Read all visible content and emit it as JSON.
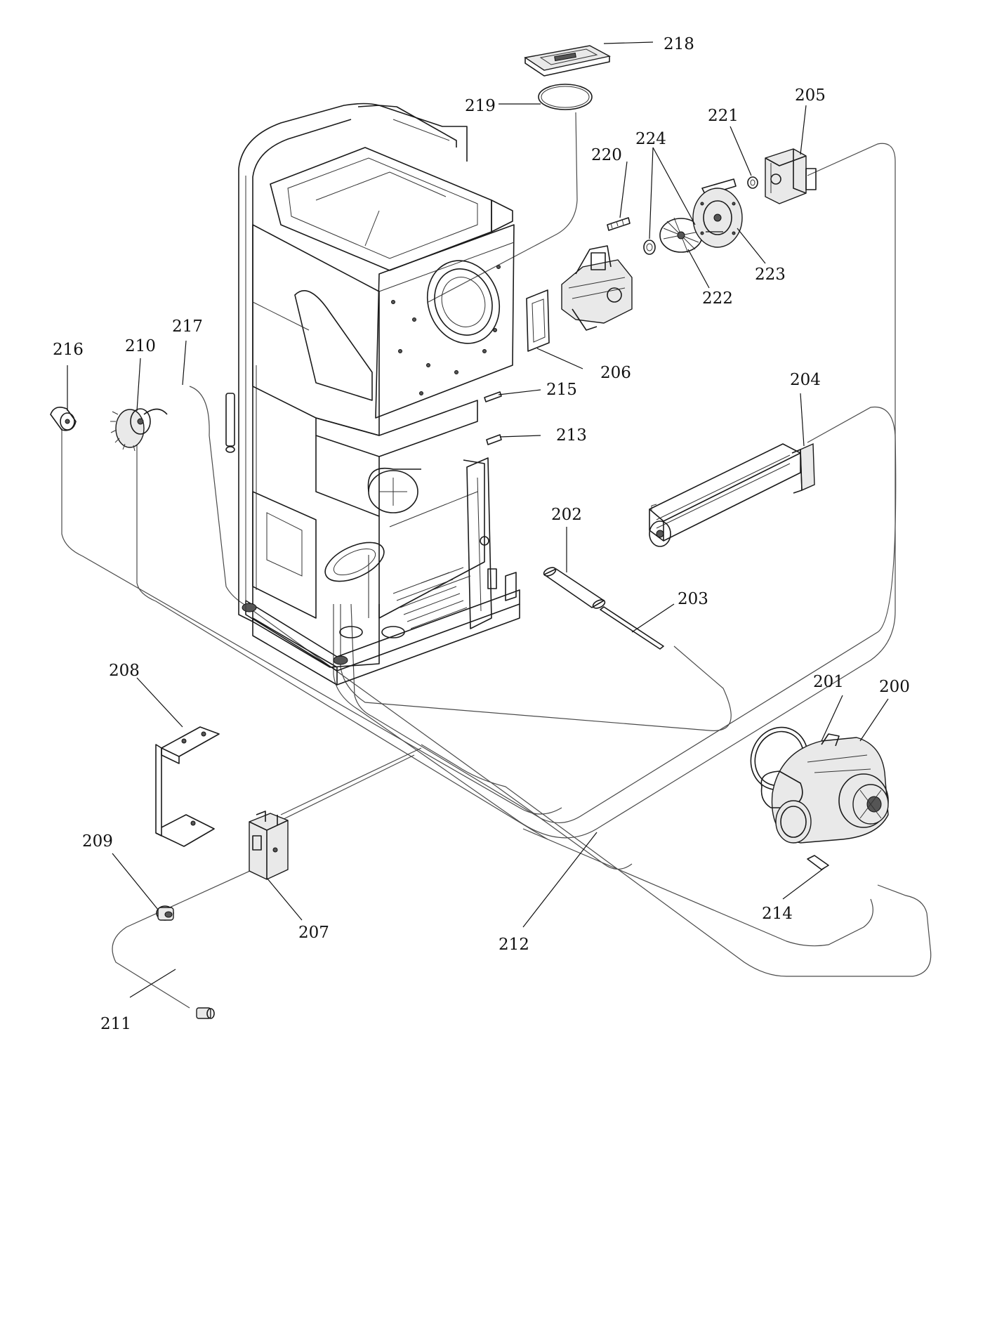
{
  "labels": {
    "p200": "200",
    "p201": "201",
    "p202": "202",
    "p203": "203",
    "p204": "204",
    "p205": "205",
    "p206": "206",
    "p207": "207",
    "p208": "208",
    "p209": "209",
    "p210": "210",
    "p211": "211",
    "p212": "212",
    "p213": "213",
    "p214": "214",
    "p215": "215",
    "p216": "216",
    "p217": "217",
    "p218": "218",
    "p219": "219",
    "p220": "220",
    "p221": "221",
    "p222": "222",
    "p223": "223",
    "p224": "224"
  }
}
